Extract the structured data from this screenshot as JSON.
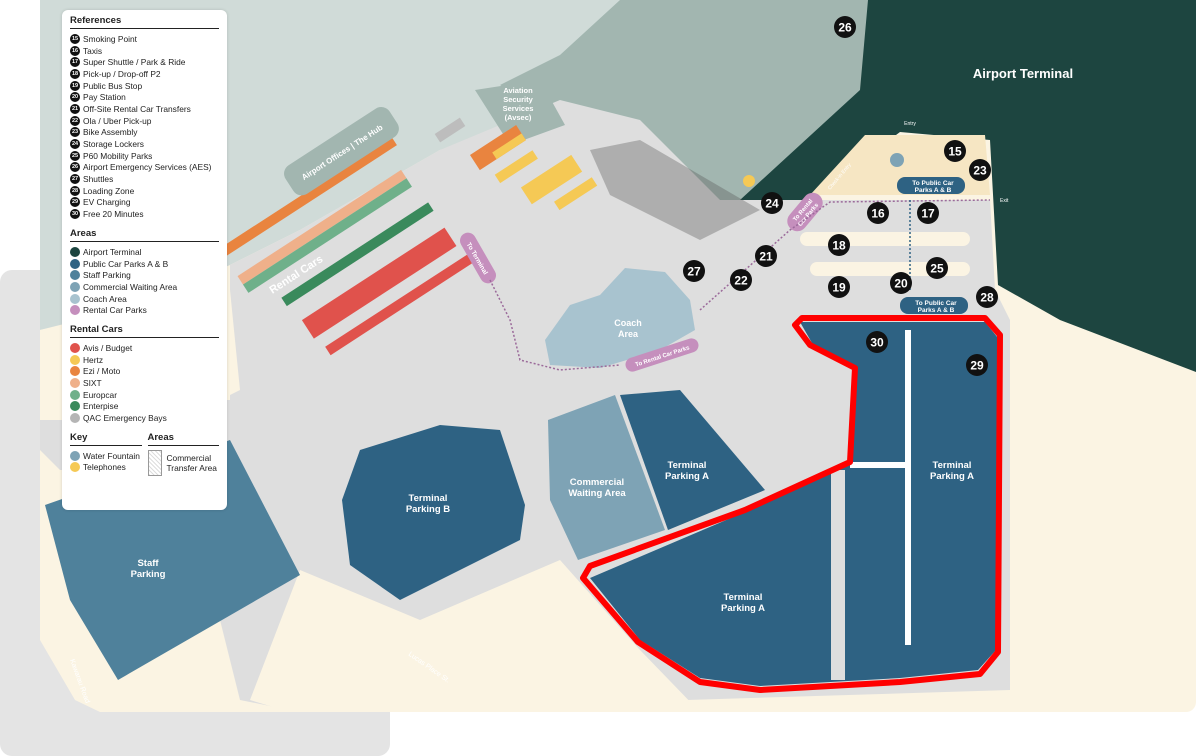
{
  "legend": {
    "references_title": "References",
    "references": [
      {
        "num": "15",
        "label": "Smoking Point"
      },
      {
        "num": "16",
        "label": "Taxis"
      },
      {
        "num": "17",
        "label": "Super Shuttle / Park & Ride"
      },
      {
        "num": "18",
        "label": "Pick-up / Drop-off P2"
      },
      {
        "num": "19",
        "label": "Public Bus Stop"
      },
      {
        "num": "20",
        "label": "Pay Station"
      },
      {
        "num": "21",
        "label": "Off-Site Rental Car Transfers"
      },
      {
        "num": "22",
        "label": "Ola / Uber Pick-up"
      },
      {
        "num": "23",
        "label": "Bike Assembly"
      },
      {
        "num": "24",
        "label": "Storage Lockers"
      },
      {
        "num": "25",
        "label": "P60 Mobility Parks"
      },
      {
        "num": "26",
        "label": "Airport Emergency Services (AES)"
      },
      {
        "num": "27",
        "label": "Shuttles"
      },
      {
        "num": "28",
        "label": "Loading Zone"
      },
      {
        "num": "29",
        "label": "EV Charging"
      },
      {
        "num": "30",
        "label": "Free 20 Minutes"
      }
    ],
    "areas_title": "Areas",
    "areas": [
      {
        "label": "Airport Terminal",
        "color": "#1d4540"
      },
      {
        "label": "Public Car Parks A & B",
        "color": "#2e6283"
      },
      {
        "label": "Staff Parking",
        "color": "#4f819b"
      },
      {
        "label": "Commercial Waiting Area",
        "color": "#7ea3b5"
      },
      {
        "label": "Coach Area",
        "color": "#a8c3cf"
      },
      {
        "label": "Rental Car Parks",
        "color": "#c58fbd"
      }
    ],
    "rental_title": "Rental Cars",
    "rental": [
      {
        "label": "Avis / Budget",
        "color": "#e0524c"
      },
      {
        "label": "Hertz",
        "color": "#f5c955"
      },
      {
        "label": "Ezi / Moto",
        "color": "#e9843f"
      },
      {
        "label": "SIXT",
        "color": "#efb08a"
      },
      {
        "label": "Europcar",
        "color": "#6fb08a"
      },
      {
        "label": "Enterpise",
        "color": "#3a8a5c"
      },
      {
        "label": "QAC Emergency Bays",
        "color": "#b5b5b5"
      }
    ],
    "key_title": "Key",
    "key": [
      {
        "label": "Water Fountain",
        "color": "#7ea3b5"
      },
      {
        "label": "Telephones",
        "color": "#f5c955"
      }
    ],
    "areas2_title": "Areas",
    "transfer_area": "Commercial Transfer Area"
  },
  "map": {
    "airport_terminal": "Airport Terminal",
    "airport_offices": "Airport Offices | The Hub",
    "avsec": [
      "Aviation",
      "Security",
      "Services",
      "(Avsec)"
    ],
    "rental_cars": "Rental Cars",
    "coach_area": [
      "Coach",
      "Area"
    ],
    "commercial_waiting": [
      "Commercial",
      "Waiting Area"
    ],
    "terminal_parking_a": [
      "Terminal",
      "Parking A"
    ],
    "terminal_parking_b": [
      "Terminal",
      "Parking B"
    ],
    "staff_parking": [
      "Staff",
      "Parking"
    ],
    "to_terminal": "To Terminal",
    "to_rental_car_parks": "To Rental Car Parks",
    "to_rental_car_parks_2": [
      "To Rental",
      "Car Parks"
    ],
    "to_public_car_parks": [
      "To Public Car",
      "Parks A & B"
    ],
    "entry": "Entry",
    "exit": "Exit",
    "check_in_entry": "Check-in Entry",
    "road_kawarau": "Kawarau Road",
    "road_lucas": "Lucas Place St.",
    "markers": [
      {
        "num": "26"
      },
      {
        "num": "15"
      },
      {
        "num": "23"
      },
      {
        "num": "24"
      },
      {
        "num": "16"
      },
      {
        "num": "17"
      },
      {
        "num": "21"
      },
      {
        "num": "18"
      },
      {
        "num": "27"
      },
      {
        "num": "22"
      },
      {
        "num": "25"
      },
      {
        "num": "19"
      },
      {
        "num": "20"
      },
      {
        "num": "28"
      },
      {
        "num": "30"
      },
      {
        "num": "29"
      }
    ],
    "highlight_color": "#ff0000"
  }
}
